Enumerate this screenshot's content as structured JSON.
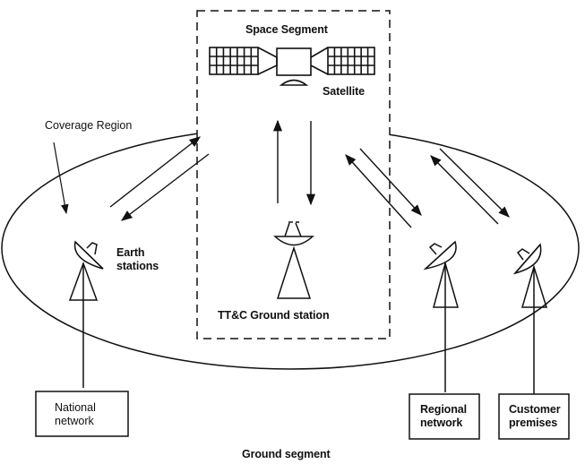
{
  "diagram": {
    "title": "Satellite communication system",
    "space_segment": {
      "label": "Space Segment",
      "satellite_label": "Satellite",
      "ttc_label": "TT&C Ground station"
    },
    "coverage_label": "Coverage Region",
    "earth_stations_label": [
      "Earth",
      "stations"
    ],
    "ground_segment_label": "Ground segment",
    "boxes": [
      {
        "id": "national",
        "lines": [
          "National",
          "network"
        ]
      },
      {
        "id": "regional",
        "lines": [
          "Regional",
          "network"
        ]
      },
      {
        "id": "customer",
        "lines": [
          "Customer",
          "premises"
        ]
      }
    ],
    "links": [
      {
        "from": "earth-station-national",
        "to": "satellite",
        "direction": "uplink"
      },
      {
        "from": "satellite",
        "to": "earth-station-national",
        "direction": "downlink"
      },
      {
        "from": "ttc-ground-station",
        "to": "satellite",
        "direction": "uplink"
      },
      {
        "from": "satellite",
        "to": "ttc-ground-station",
        "direction": "downlink"
      },
      {
        "from": "earth-station-regional",
        "to": "satellite",
        "direction": "uplink"
      },
      {
        "from": "satellite",
        "to": "earth-station-regional",
        "direction": "downlink"
      },
      {
        "from": "earth-station-customer",
        "to": "satellite",
        "direction": "uplink"
      },
      {
        "from": "satellite",
        "to": "earth-station-customer",
        "direction": "downlink"
      }
    ],
    "colors": {
      "ink": "#111111",
      "background": "#ffffff"
    }
  }
}
